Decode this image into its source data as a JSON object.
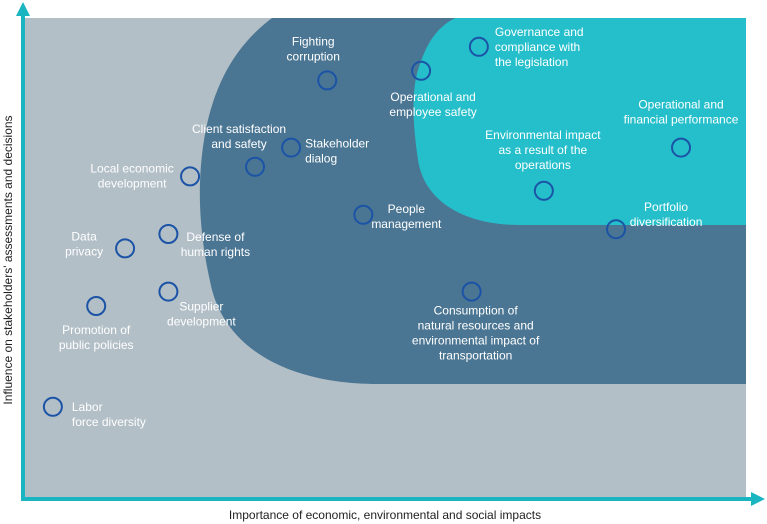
{
  "colors": {
    "background_zone": "#b3bfc7",
    "medium_zone": "#4b7693",
    "high_zone": "#25bfcb",
    "marker": "#1b53a6",
    "axis": "#1ab5c0",
    "label": "#ffffff"
  },
  "chart_data": {
    "type": "scatter",
    "title": "",
    "xlabel": "Importance of economic, environmental and social impacts",
    "ylabel": "Influence on stakeholders' assessments and decisions",
    "xlim": [
      0,
      100
    ],
    "ylim": [
      0,
      100
    ],
    "grid": false,
    "legend": "none",
    "points": [
      {
        "label": "Fighting corruption",
        "x": 42,
        "y": 87
      },
      {
        "label": "Governance and compliance with the legislation",
        "x": 63,
        "y": 94
      },
      {
        "label": "Operational and employee safety",
        "x": 55,
        "y": 89
      },
      {
        "label": "Operational and financial performance",
        "x": 91,
        "y": 73
      },
      {
        "label": "Client satisfaction and safety",
        "x": 32,
        "y": 69
      },
      {
        "label": "Stakeholder dialog",
        "x": 37,
        "y": 73
      },
      {
        "label": "Environmental impact as a result of the operations",
        "x": 72,
        "y": 64
      },
      {
        "label": "Local economic development",
        "x": 23,
        "y": 67
      },
      {
        "label": "People management",
        "x": 47,
        "y": 59
      },
      {
        "label": "Portfolio diversification",
        "x": 82,
        "y": 56
      },
      {
        "label": "Defense of human rights",
        "x": 20,
        "y": 55
      },
      {
        "label": "Data privacy",
        "x": 14,
        "y": 52
      },
      {
        "label": "Supplier development",
        "x": 20,
        "y": 43
      },
      {
        "label": "Consumption of natural resources and environmental impact of transportation",
        "x": 62,
        "y": 43
      },
      {
        "label": "Promotion of public policies",
        "x": 10,
        "y": 40
      },
      {
        "label": "Labor force diversity",
        "x": 4,
        "y": 19
      }
    ]
  },
  "labels": [
    {
      "lines": [
        "Fighting",
        "corruption"
      ]
    },
    {
      "lines": [
        "Governance and",
        "compliance with",
        "the legislation"
      ]
    },
    {
      "lines": [
        "Operational and",
        "employee safety"
      ]
    },
    {
      "lines": [
        "Operational and",
        "financial performance"
      ]
    },
    {
      "lines": [
        "Client satisfaction",
        "and safety"
      ]
    },
    {
      "lines": [
        "Stakeholder",
        "dialog"
      ]
    },
    {
      "lines": [
        "Environmental impact",
        "as a result of the",
        "operations"
      ]
    },
    {
      "lines": [
        "Local economic",
        "development"
      ]
    },
    {
      "lines": [
        "People",
        "management"
      ]
    },
    {
      "lines": [
        "Portfolio",
        "diversification"
      ]
    },
    {
      "lines": [
        "Defense of",
        "human rights"
      ]
    },
    {
      "lines": [
        "Data",
        "privacy"
      ]
    },
    {
      "lines": [
        "Supplier",
        "development"
      ]
    },
    {
      "lines": [
        "Consumption of",
        "natural resources and",
        "environmental impact of",
        "transportation"
      ]
    },
    {
      "lines": [
        "Promotion of",
        "public policies"
      ]
    },
    {
      "lines": [
        "Labor",
        "force diversity"
      ]
    }
  ]
}
